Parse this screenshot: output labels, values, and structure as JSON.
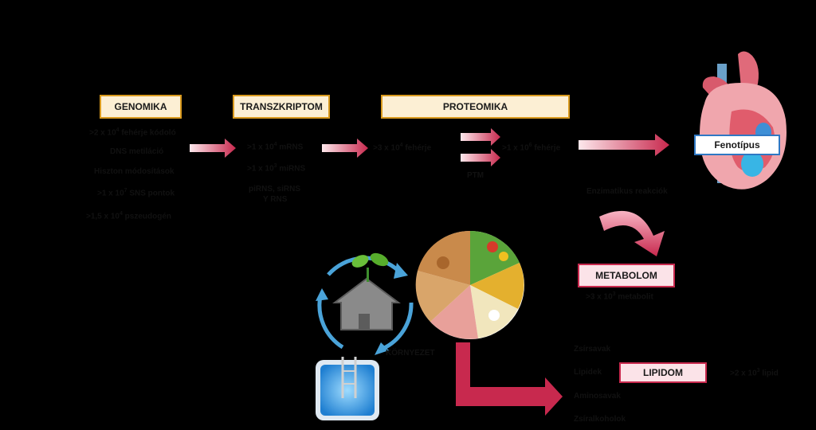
{
  "colors": {
    "background": "#000000",
    "stage_fill": "#fcefd4",
    "stage_border": "#d99a1e",
    "pink_fill": "#fbe3e8",
    "pink_border": "#c8294e",
    "arrow": "#c8294e"
  },
  "boxes": {
    "genomika": "GENOMIKA",
    "transzkriptom": "TRANSZKRIPTOM",
    "proteomika": "PROTEOMIKA",
    "fenotipus": "Fenotípus",
    "metabolom": "METABOLOM",
    "lipidom": "LIPIDOM"
  },
  "genomika_items": [
    {
      "pre": ">2 x 10",
      "sup": "4",
      "post": " fehérje kódoló"
    },
    {
      "pre": "DNS metiláció",
      "sup": "",
      "post": ""
    },
    {
      "pre": "Hiszton módosítások",
      "sup": "",
      "post": ""
    },
    {
      "pre": ">1 x 10",
      "sup": "7",
      "post": " SNS pontok"
    },
    {
      "pre": ">1,5 x 10",
      "sup": "4",
      "post": " pszeudogén"
    }
  ],
  "transzkriptom_items": [
    {
      "pre": ">1 x 10",
      "sup": "4",
      "post": " mRNS"
    },
    {
      "pre": ">1 x 10",
      "sup": "3",
      "post": " miRNS"
    },
    {
      "pre": "piRNS, siRNS",
      "sup": "",
      "post": ""
    },
    {
      "pre": "Y RNS",
      "sup": "",
      "post": ""
    }
  ],
  "proteomika_items": {
    "left": {
      "pre": ">3 x 10",
      "sup": "4",
      "post": " fehérje"
    },
    "right": {
      "pre": ">1 x 10",
      "sup": "6",
      "post": " fehérje"
    },
    "ptm": "PTM"
  },
  "labels": {
    "metabolikus_reakciok": "Enzimatikus reakciók",
    "metabolom_count": {
      "pre": ">3 x 10",
      "sup": "3",
      "post": " metabolit"
    },
    "kornyezet": "KÖRNYEZET",
    "lipidom_count": {
      "pre": ">2 x 10",
      "sup": "3",
      "post": " lipid"
    }
  },
  "lipid_classes": [
    "Zsírsavak",
    "Lipidek",
    "Aminosavak",
    "Zsíralkoholok"
  ],
  "icons": [
    "house-icon",
    "plant-icon",
    "food-pie-icon",
    "pool-icon",
    "heart-icon",
    "cycle-arrows-icon"
  ]
}
